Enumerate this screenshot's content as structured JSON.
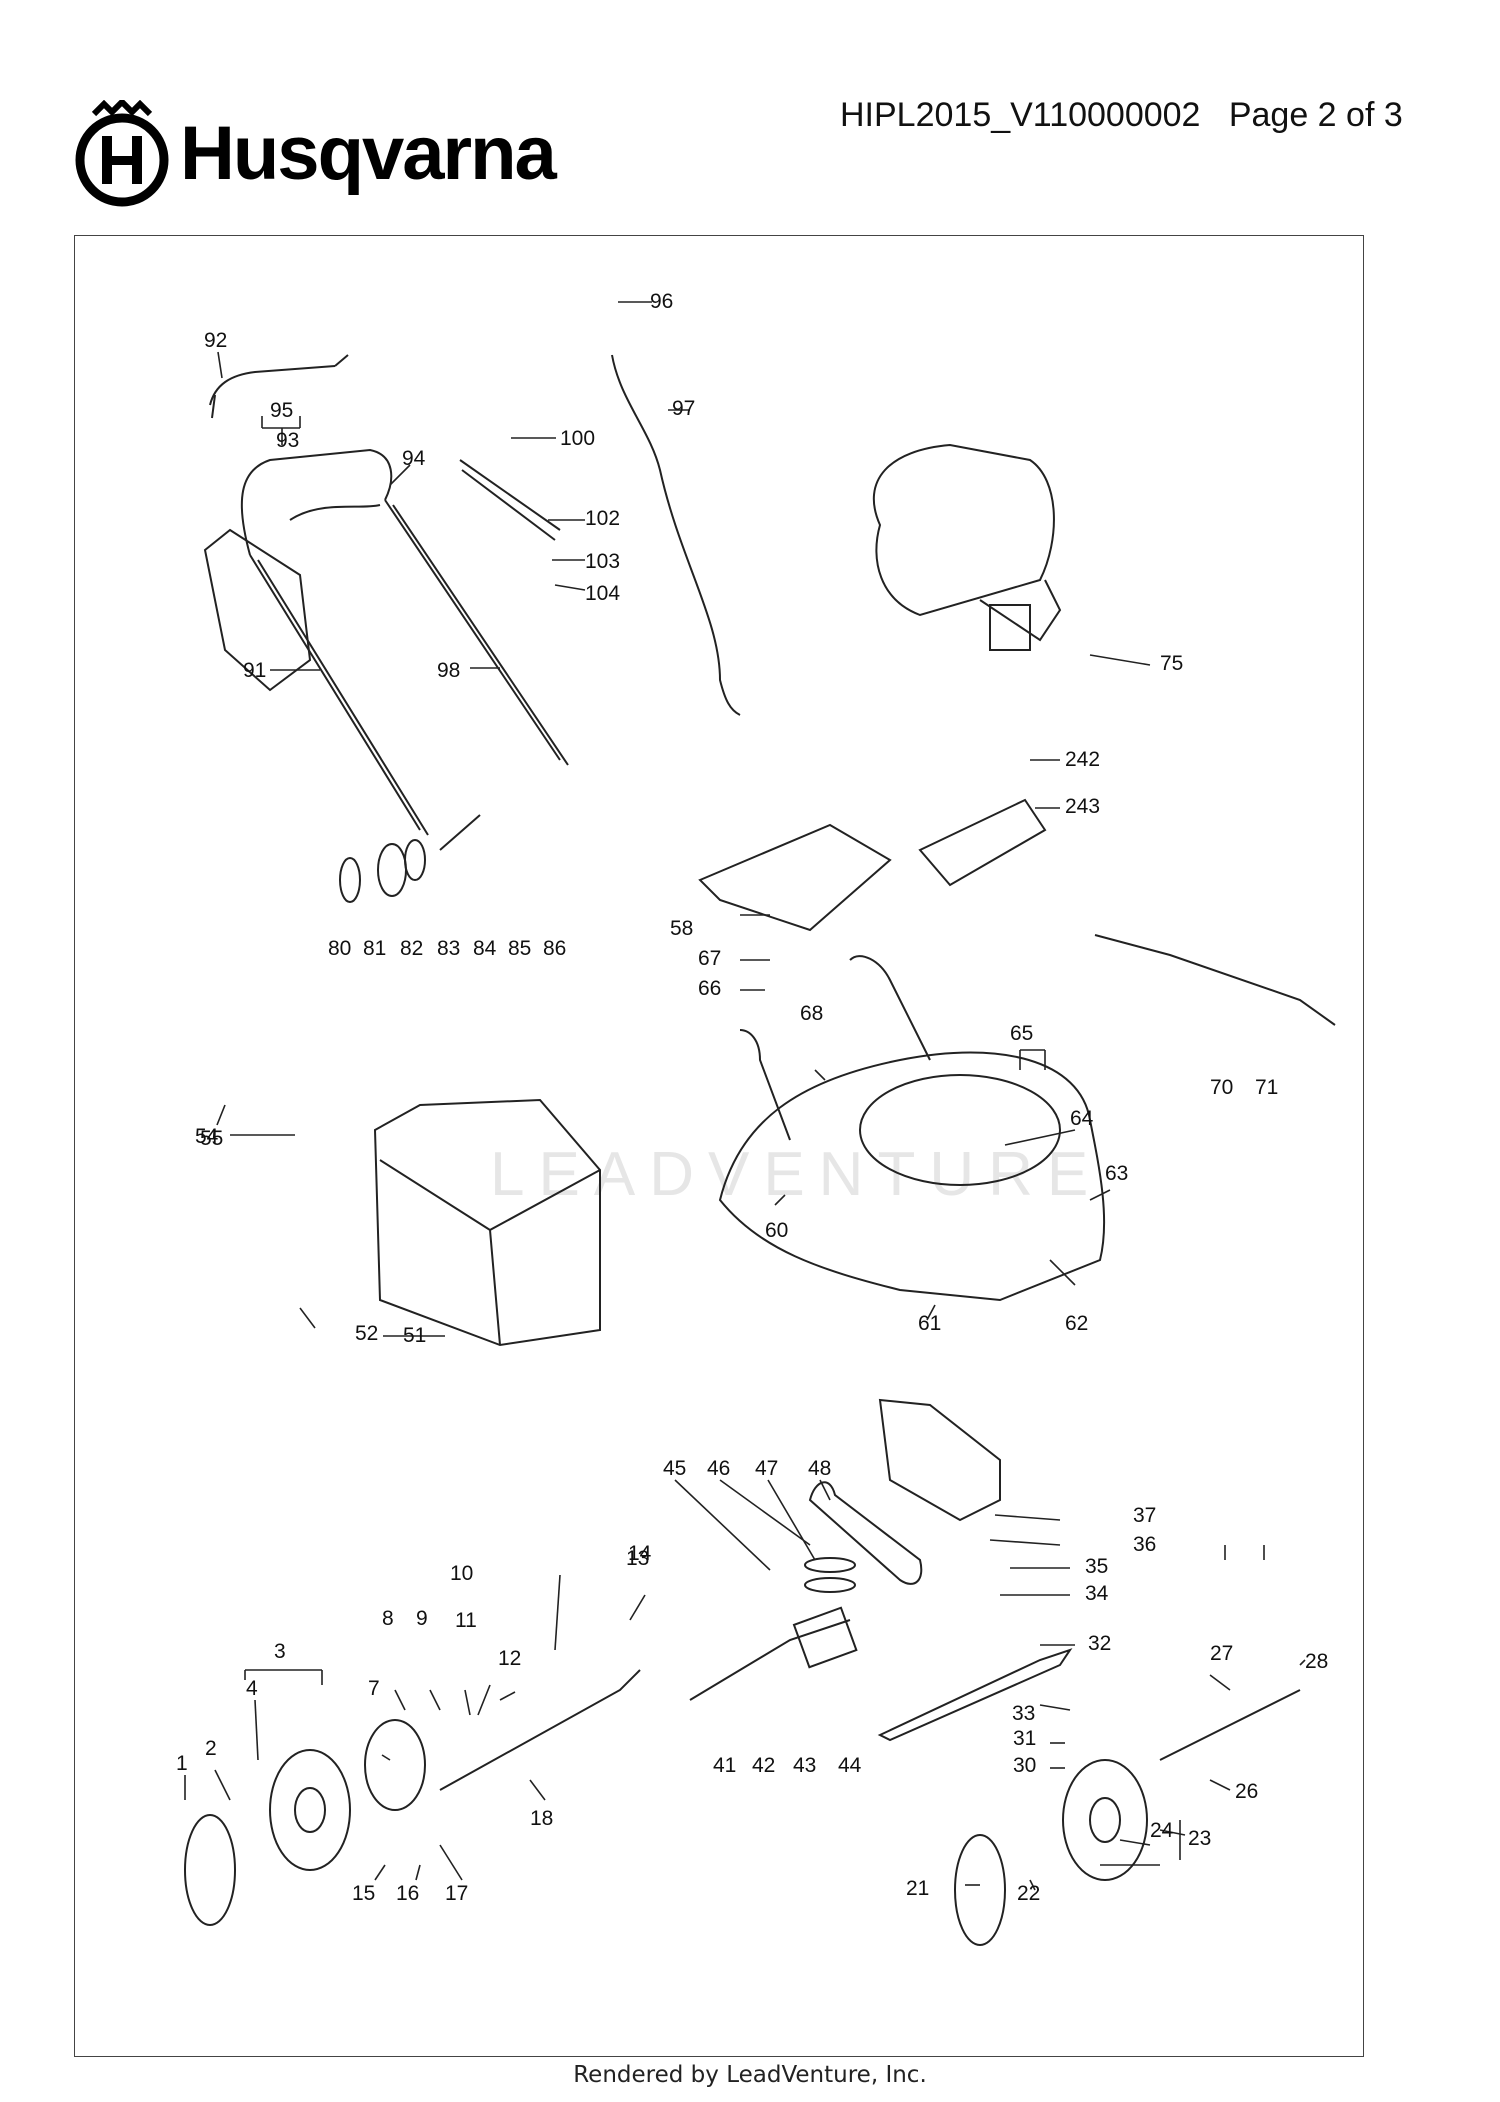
{
  "header": {
    "brand": "Husqvarna",
    "document_id": "HIPL2015_V110000002",
    "page_label": "Page 2 of 3"
  },
  "watermark": "LEADVENTURE",
  "footer": "Rendered by LeadVenture, Inc.",
  "callouts": [
    "1",
    "2",
    "3",
    "4",
    "7",
    "8",
    "9",
    "10",
    "11",
    "12",
    "13",
    "14",
    "15",
    "16",
    "17",
    "18",
    "21",
    "22",
    "23",
    "24",
    "26",
    "27",
    "28",
    "30",
    "31",
    "32",
    "33",
    "34",
    "35",
    "36",
    "37",
    "41",
    "42",
    "43",
    "44",
    "45",
    "46",
    "47",
    "48",
    "51",
    "52",
    "54",
    "55",
    "58",
    "60",
    "61",
    "62",
    "63",
    "64",
    "65",
    "66",
    "67",
    "68",
    "70",
    "71",
    "75",
    "80",
    "81",
    "82",
    "83",
    "84",
    "85",
    "86",
    "91",
    "92",
    "93",
    "94",
    "95",
    "96",
    "97",
    "98",
    "100",
    "102",
    "103",
    "104",
    "242",
    "243"
  ]
}
